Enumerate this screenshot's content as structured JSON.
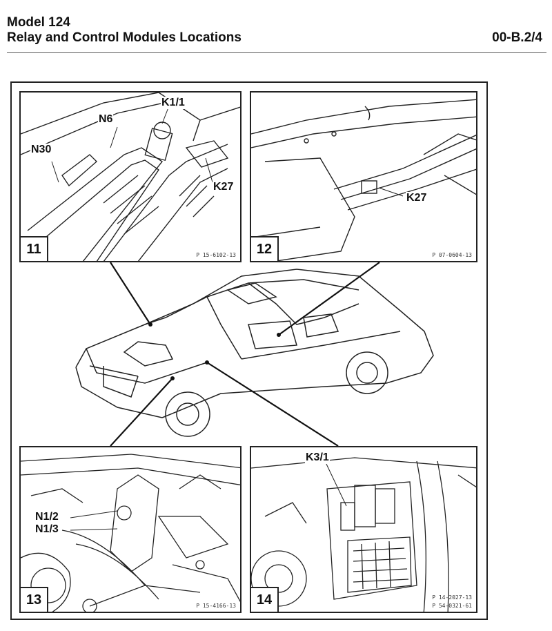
{
  "header": {
    "model": "Model 124",
    "title": "Relay and Control Modules Locations",
    "code": "00-B.2/4"
  },
  "panels": [
    {
      "number": "11",
      "ref": "P 15-6102-13",
      "labels": [
        "K1/1",
        "N6",
        "N30",
        "K27"
      ]
    },
    {
      "number": "12",
      "ref": "P 07-0604-13",
      "labels": [
        "K27"
      ]
    },
    {
      "number": "13",
      "ref": "P 15-4166-13",
      "labels": [
        "N1/2",
        "N1/3"
      ]
    },
    {
      "number": "14",
      "ref": "P 54-0321-61",
      "labels": [
        "K3/1"
      ]
    }
  ],
  "panel14_extra_ref": "P 14-2027-13"
}
